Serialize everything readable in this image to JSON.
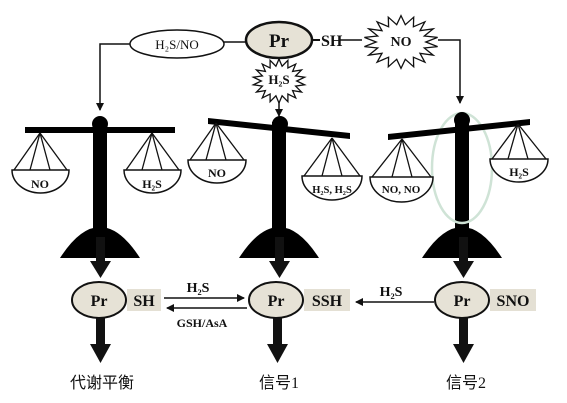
{
  "protein": {
    "label": "Pr",
    "thiol_group": "SH"
  },
  "top_edges": {
    "to_left_label": "H₂S/NO",
    "to_middle_label": "H₂S",
    "to_right_label": "NO"
  },
  "scales": {
    "left": {
      "left_pan": "NO",
      "right_pan": "H₂S",
      "tilt": "balanced"
    },
    "middle": {
      "left_pan": "NO",
      "right_pan": "H₂S, H₂S",
      "tilt": "right-heavy"
    },
    "right": {
      "left_pan": "NO, NO",
      "right_pan": "H₂S",
      "tilt": "left-heavy"
    }
  },
  "states": {
    "left": {
      "protein": "Pr",
      "group": "SH",
      "outcome": "代谢平衡"
    },
    "middle": {
      "protein": "Pr",
      "group": "SSH",
      "outcome": "信号1"
    },
    "right": {
      "protein": "Pr",
      "group": "SNO",
      "outcome": "信号2"
    }
  },
  "conversions": {
    "sh_to_ssh": "H₂S",
    "ssh_to_sh": "GSH/AsA",
    "sno_to_ssh": "H₂S"
  },
  "colors": {
    "ink": "#111111",
    "node_fill": "#e6e2d6",
    "group_fill": "#e4e0d4",
    "stand": "#000000"
  }
}
